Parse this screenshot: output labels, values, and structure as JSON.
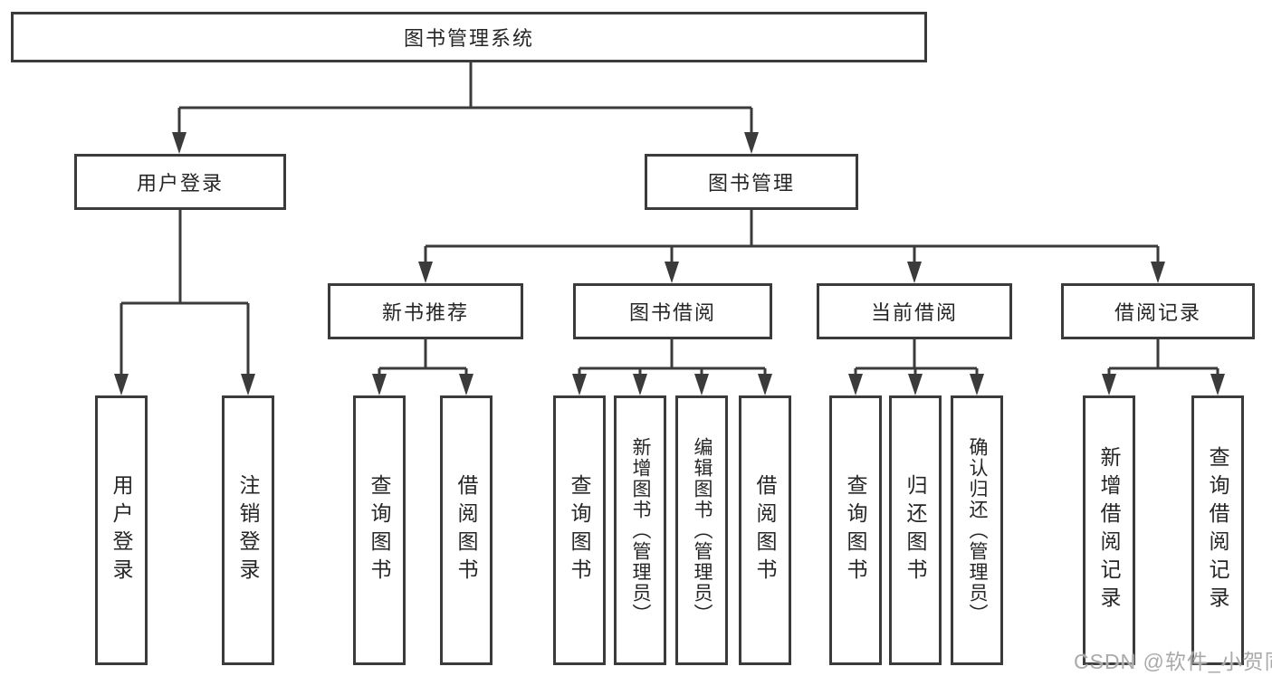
{
  "diagram": {
    "root": {
      "label": "图书管理系统",
      "children": [
        {
          "label": "用户登录",
          "children": [
            {
              "label": "用户登录"
            },
            {
              "label": "注销登录"
            }
          ]
        },
        {
          "label": "图书管理",
          "children": [
            {
              "label": "新书推荐",
              "children": [
                {
                  "label": "查询图书"
                },
                {
                  "label": "借阅图书"
                }
              ]
            },
            {
              "label": "图书借阅",
              "children": [
                {
                  "label": "查询图书"
                },
                {
                  "label": "新增图书（管理员）"
                },
                {
                  "label": "编辑图书（管理员）"
                },
                {
                  "label": "借阅图书"
                }
              ]
            },
            {
              "label": "当前借阅",
              "children": [
                {
                  "label": "查询图书"
                },
                {
                  "label": "归还图书"
                },
                {
                  "label": "确认归还（管理员）"
                }
              ]
            },
            {
              "label": "借阅记录",
              "children": [
                {
                  "label": "新增借阅记录"
                },
                {
                  "label": "查询借阅记录"
                }
              ]
            }
          ]
        }
      ]
    }
  },
  "watermark": {
    "text": "CSDN @软件_小贺同学"
  },
  "colors": {
    "line": "#3b3b3b",
    "box_border": "#3b3b3b",
    "box_fill": "#ffffff",
    "text": "#262626",
    "watermark": "#aaaaaa",
    "background": "#ffffff"
  }
}
